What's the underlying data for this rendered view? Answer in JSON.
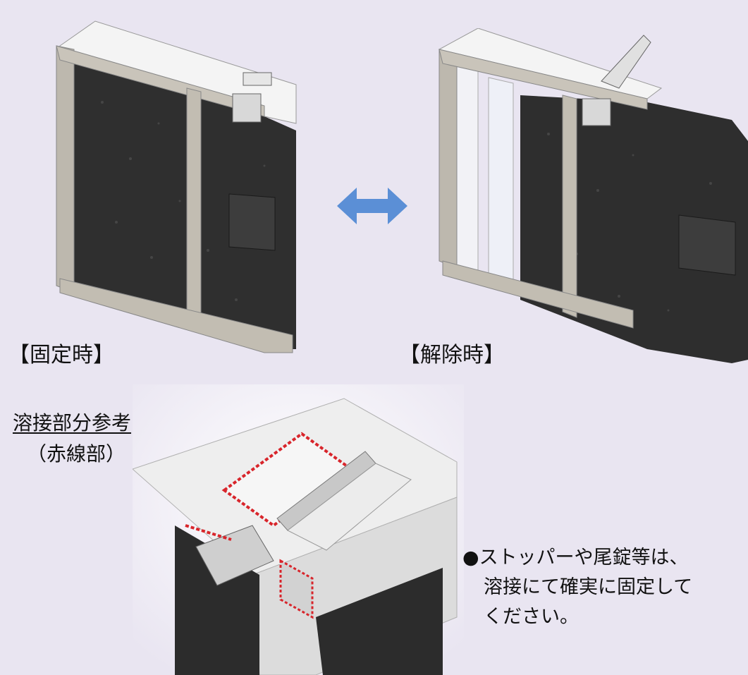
{
  "states": {
    "fixed_label": "【固定時】",
    "released_label": "【解除時】"
  },
  "welding": {
    "title": "溶接部分参考",
    "subtitle": "（赤線部）"
  },
  "note": {
    "bullet": "●",
    "line1": "ストッパーや尾錠等は、",
    "line2": "溶接にて確実に固定して",
    "line3": "ください。"
  },
  "colors": {
    "background": "#e9e5f1",
    "arrow": "#5b8fd6",
    "frame_steel": "#b9b5ad",
    "foam": "#2e2e2e",
    "weld_line": "#d8252b"
  }
}
